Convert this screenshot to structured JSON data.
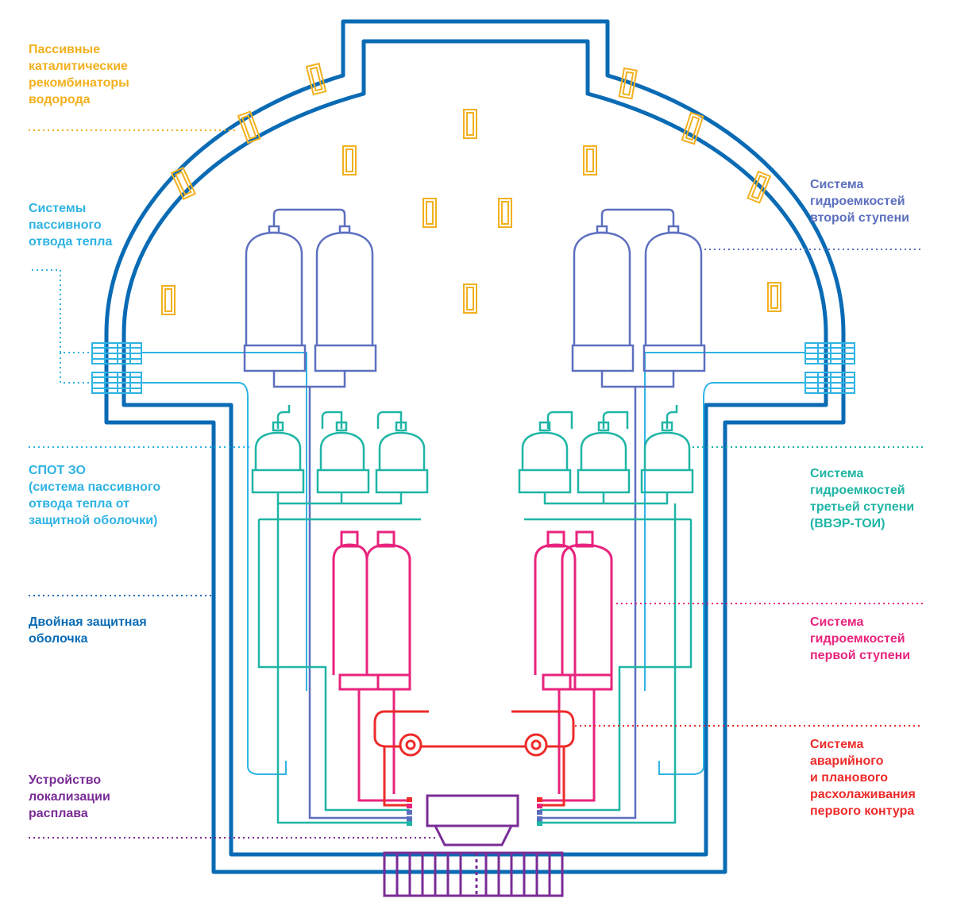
{
  "colors": {
    "containment": "#0a6bb5",
    "recombiner": "#f2b01e",
    "heat_removal": "#2fb3e3",
    "tanks_stage2": "#5c6fbf",
    "tanks_stage3": "#1fb5a5",
    "tanks_stage1": "#e8237d",
    "cooldown": "#ee2b2b",
    "core_catcher": "#7a2c96"
  },
  "labels": {
    "recombiners": "Пассивные\nкаталитические\nрекомбинаторы\nводорода",
    "passive_heat_removal": "Системы\nпассивного\nотвода тепла",
    "spot_zo": "СПОТ ЗО\n(система пассивного\nотвода тепла от\nзащитной оболочки)",
    "double_containment": "Двойная защитная\nоболочка",
    "core_catcher": "Устройство\nлокализации\nрасплава",
    "tanks_stage2": "Система\nгидроемкостей\nвторой ступени",
    "tanks_stage3": "Система\nгидроемкостей\nтретьей ступени\n(ВВЭР-ТОИ)",
    "tanks_stage1": "Система\nгидроемкостей\nпервой ступени",
    "cooldown": "Система\nаварийного\nи планового\nрасхолаживания\nпервого контура"
  }
}
